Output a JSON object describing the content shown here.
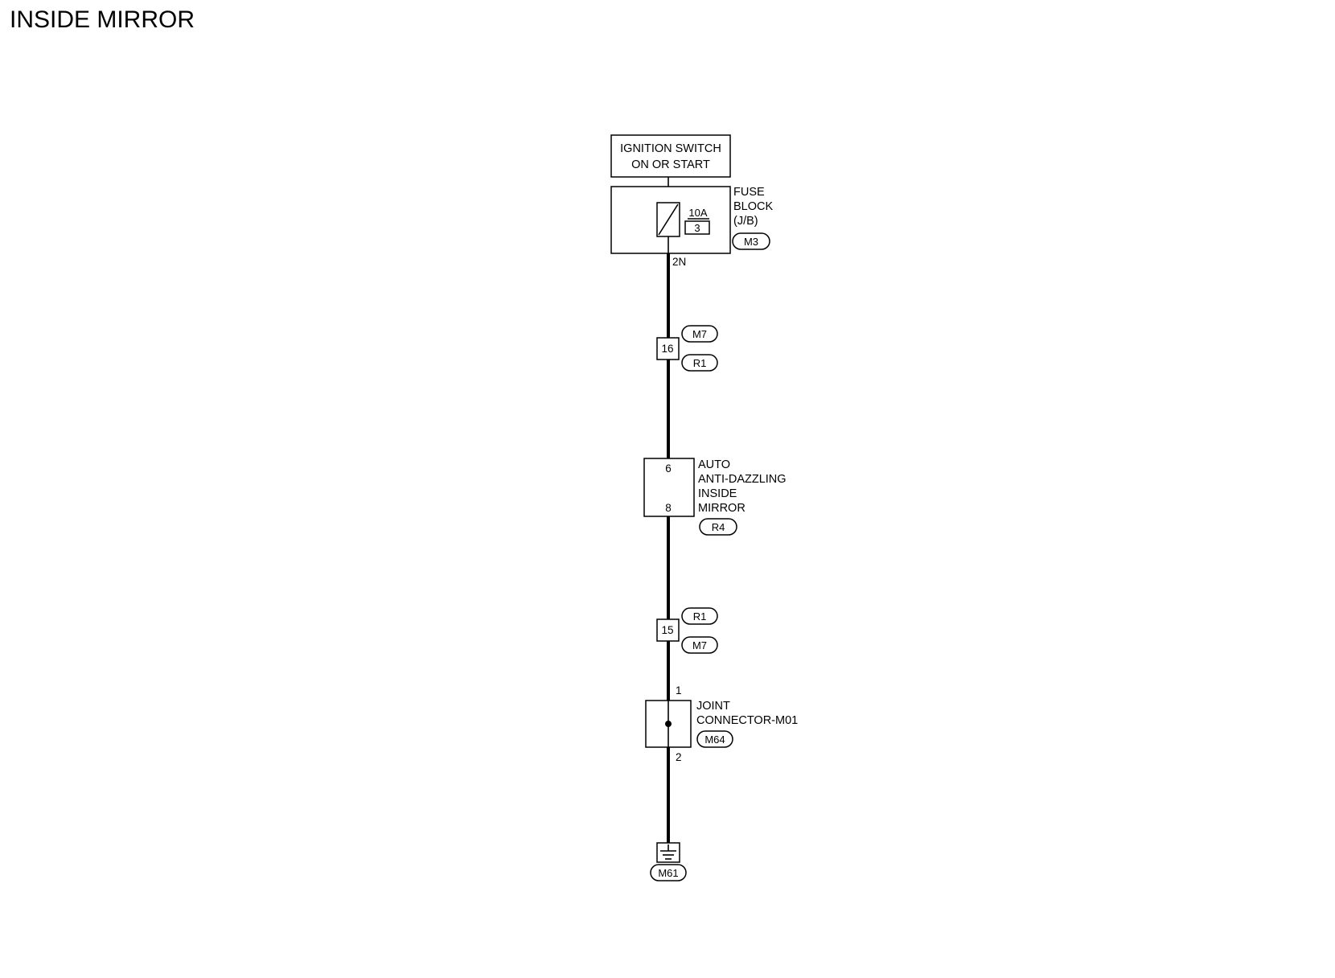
{
  "title": "INSIDE MIRROR",
  "colors": {
    "line": "#000000",
    "background": "#ffffff"
  },
  "power_source": {
    "line1": "IGNITION SWITCH",
    "line2": "ON OR START"
  },
  "fuse_block": {
    "label_lines": [
      "FUSE",
      "BLOCK",
      "(J/B)"
    ],
    "connector": "M3",
    "fuse_rating": "10A",
    "fuse_number": "3",
    "terminal": "2N"
  },
  "harness_connector_upper": {
    "pin": "16",
    "connector_top": "M7",
    "connector_bottom": "R1"
  },
  "mirror": {
    "label_lines": [
      "AUTO",
      "ANTI-DAZZLING",
      "INSIDE",
      "MIRROR"
    ],
    "connector": "R4",
    "pin_top": "6",
    "pin_bottom": "8"
  },
  "harness_connector_lower": {
    "pin": "15",
    "connector_top": "R1",
    "connector_bottom": "M7"
  },
  "joint_connector": {
    "label_lines": [
      "JOINT",
      "CONNECTOR-M01"
    ],
    "connector": "M64",
    "pin_top": "1",
    "pin_bottom": "2"
  },
  "ground": {
    "connector": "M61"
  }
}
